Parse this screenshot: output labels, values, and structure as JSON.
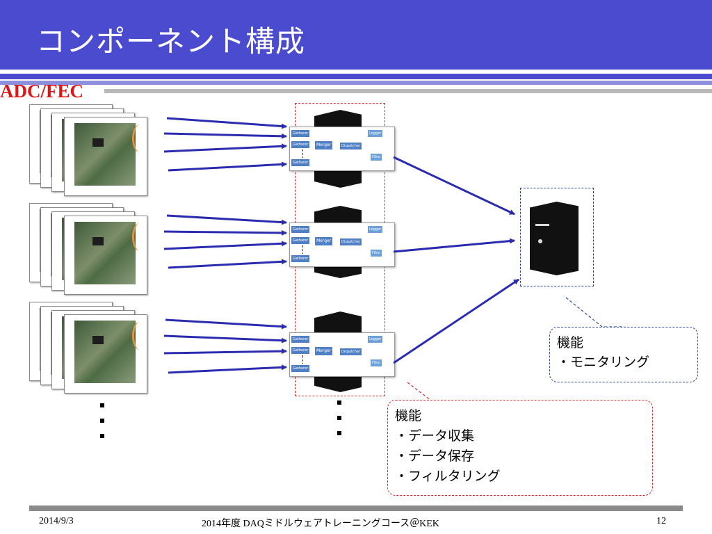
{
  "title": "コンポーネント構成",
  "adc_label": "ADC/FEC",
  "modules": {
    "gatherer": "Gatherer",
    "merger": "Merger",
    "dispatcher": "Dispatcher",
    "logger": "Logger",
    "filter": "Filter"
  },
  "callout_monitor": {
    "heading": "機能",
    "items": [
      "・モニタリング"
    ]
  },
  "callout_daq": {
    "heading": "機能",
    "items": [
      "・データ収集",
      "・データ保存",
      "・フィルタリング"
    ]
  },
  "footer": {
    "date": "2014/9/3",
    "course": "2014年度 DAQミドルウェアトレーニングコース＠KEK",
    "page": "12"
  },
  "colors": {
    "title_bar": "#4a4bcf",
    "arrow": "#2b2bb0",
    "module": "#4f80c6",
    "adc_label": "#e01515"
  }
}
